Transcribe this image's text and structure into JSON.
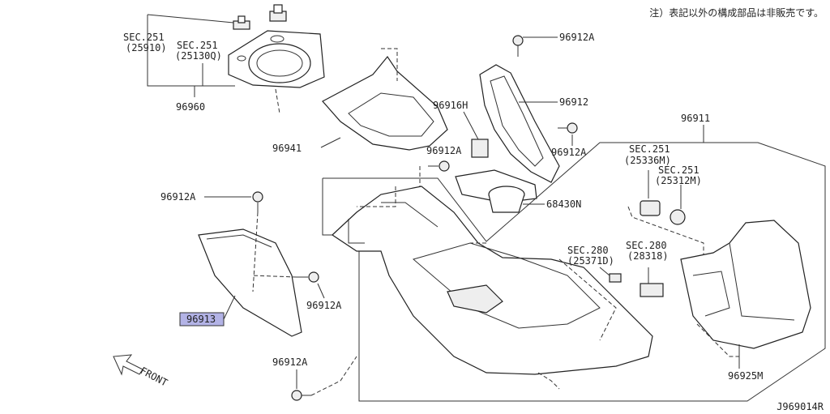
{
  "note": "注）表記以外の構成部品は非販売です。",
  "diagram_id": "J969014R",
  "front_label": "FRONT",
  "callouts": [
    {
      "id": "c1",
      "label": "SEC.251"
    },
    {
      "id": "c2",
      "label": "(25910)"
    },
    {
      "id": "c3",
      "label": "SEC.251"
    },
    {
      "id": "c4",
      "label": "(25130Q)"
    },
    {
      "id": "c5",
      "label": "96960"
    },
    {
      "id": "c6",
      "label": "96941"
    },
    {
      "id": "c7",
      "label": "96912A"
    },
    {
      "id": "c8",
      "label": "96912"
    },
    {
      "id": "c9",
      "label": "96916H"
    },
    {
      "id": "c10",
      "label": "96912A"
    },
    {
      "id": "c11",
      "label": "96912A"
    },
    {
      "id": "c12",
      "label": "96911"
    },
    {
      "id": "c13",
      "label": "SEC.251"
    },
    {
      "id": "c14",
      "label": "(25336M)"
    },
    {
      "id": "c15",
      "label": "SEC.251"
    },
    {
      "id": "c16",
      "label": "(25312M)"
    },
    {
      "id": "c17",
      "label": "68430N"
    },
    {
      "id": "c18",
      "label": "96912A"
    },
    {
      "id": "c19",
      "label": "SEC.280"
    },
    {
      "id": "c20",
      "label": "(25371D)"
    },
    {
      "id": "c21",
      "label": "SEC.280"
    },
    {
      "id": "c22",
      "label": "(28318)"
    },
    {
      "id": "c23",
      "label": "96912A"
    },
    {
      "id": "c24",
      "label": "96913"
    },
    {
      "id": "c25",
      "label": "96912A"
    },
    {
      "id": "c26",
      "label": "96925M"
    }
  ],
  "highlighted_part": "96913",
  "colors": {
    "highlight": "#b3b3e6",
    "line": "#222222"
  }
}
